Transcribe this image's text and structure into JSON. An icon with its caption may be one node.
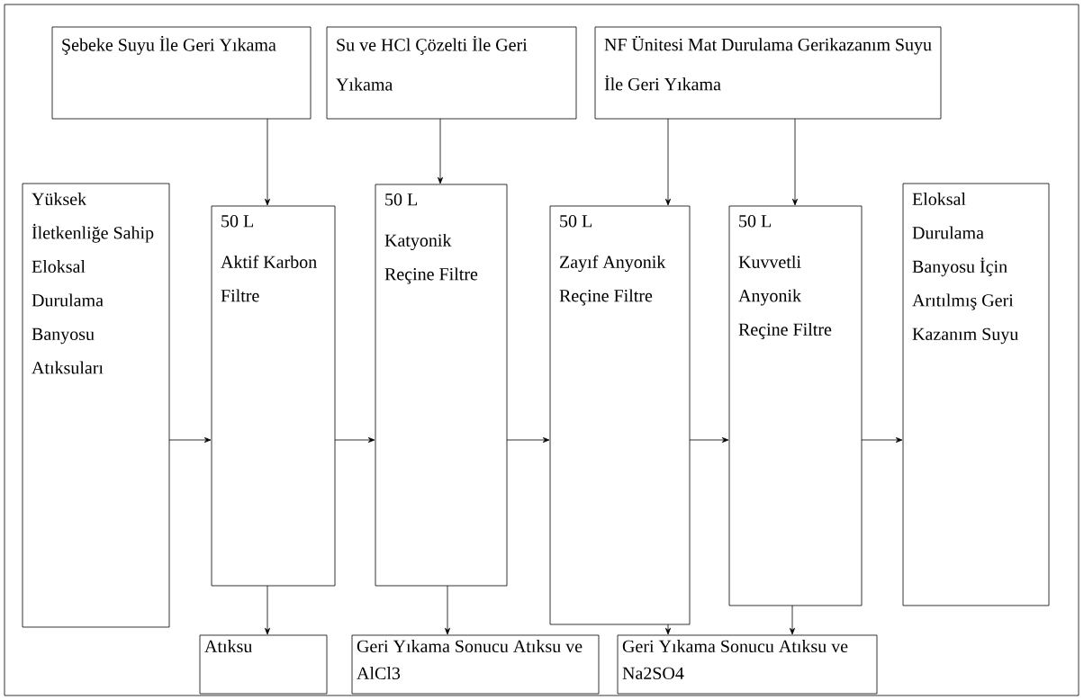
{
  "diagram": {
    "nodes": [
      {
        "text": [
          "Şebeke Suyu İle Geri Yıkama"
        ]
      },
      {
        "text": [
          "Su ve HCl Çözelti İle Geri Yıkama"
        ]
      },
      {
        "text": [
          "NF Ünitesi Mat Durulama Gerikazanım Suyu İle Geri Yıkama"
        ]
      },
      {
        "text": [
          "Yüksek İletkenliğe Sahip Eloksal Durulama Banyosu Atıksuları"
        ]
      },
      {
        "text": [
          "50 L",
          "Aktif Karbon Filtre"
        ]
      },
      {
        "text": [
          "50 L",
          "Katyonik Reçine Filtre"
        ]
      },
      {
        "text": [
          "50 L",
          "Zayıf Anyonik Reçine Filtre"
        ]
      },
      {
        "text": [
          "50 L",
          "Kuvvetli Anyonik Reçine Filtre"
        ]
      },
      {
        "text": [
          "Eloksal Durulama Banyosu İçin Arıtılmış Geri Kazanım Suyu"
        ]
      },
      {
        "text": [
          "Atıksu"
        ]
      },
      {
        "text": [
          "Geri Yıkama Sonucu Atıksu ve AlCl3"
        ]
      },
      {
        "text": [
          "Geri Yıkama Sonucu Atıksu ve Na2SO4"
        ]
      }
    ],
    "edges": [
      {
        "from": 0,
        "to": 4,
        "arrow": "to"
      },
      {
        "from": 1,
        "to": 5,
        "arrow": "to"
      },
      {
        "from": 2,
        "to": 6,
        "arrow": "to"
      },
      {
        "from": 2,
        "to": 7,
        "arrow": "to"
      },
      {
        "from": 3,
        "to": 4,
        "arrow": "to"
      },
      {
        "from": 4,
        "to": 5,
        "arrow": "to"
      },
      {
        "from": 5,
        "to": 6,
        "arrow": "to"
      },
      {
        "from": 6,
        "to": 7,
        "arrow": "to"
      },
      {
        "from": 7,
        "to": 8,
        "arrow": "to"
      },
      {
        "from": 4,
        "to": 9,
        "arrow": "to"
      },
      {
        "from": 5,
        "to": 10,
        "arrow": "to"
      },
      {
        "from": 6,
        "to": 11,
        "arrow": "to"
      },
      {
        "from": 7,
        "to": 11,
        "arrow": "to"
      }
    ]
  }
}
